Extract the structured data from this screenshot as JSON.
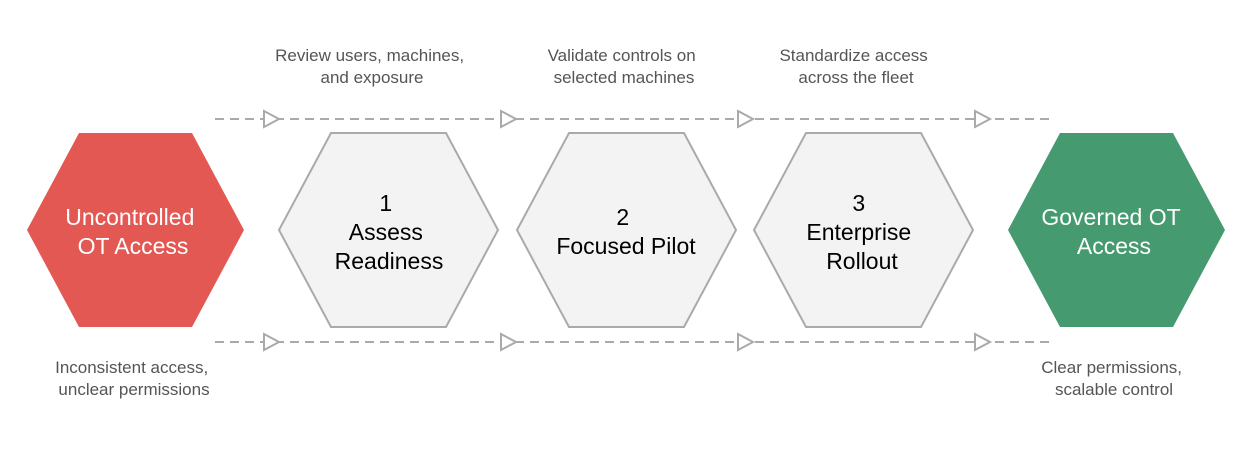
{
  "start": {
    "lines": [
      "Uncontrolled",
      "OT Access"
    ],
    "caption": [
      "Inconsistent access,",
      "unclear permissions"
    ],
    "color": "#e35853"
  },
  "steps": [
    {
      "lines": [
        "1",
        "Assess",
        "Readiness"
      ],
      "caption": [
        "Review users, machines,",
        "and exposure"
      ]
    },
    {
      "lines": [
        "2",
        "Focused Pilot"
      ],
      "caption": [
        "Validate controls on",
        "selected machines"
      ]
    },
    {
      "lines": [
        "3",
        "Enterprise",
        "Rollout"
      ],
      "caption": [
        "Standardize access",
        "across the fleet"
      ]
    }
  ],
  "end": {
    "lines": [
      "Governed OT",
      "Access"
    ],
    "caption": [
      "Clear permissions,",
      "scalable control"
    ],
    "color": "#459a6f"
  },
  "step_fill": "#f3f3f3",
  "step_stroke": "#aaaaaa",
  "connector_color": "#aaaaaa"
}
